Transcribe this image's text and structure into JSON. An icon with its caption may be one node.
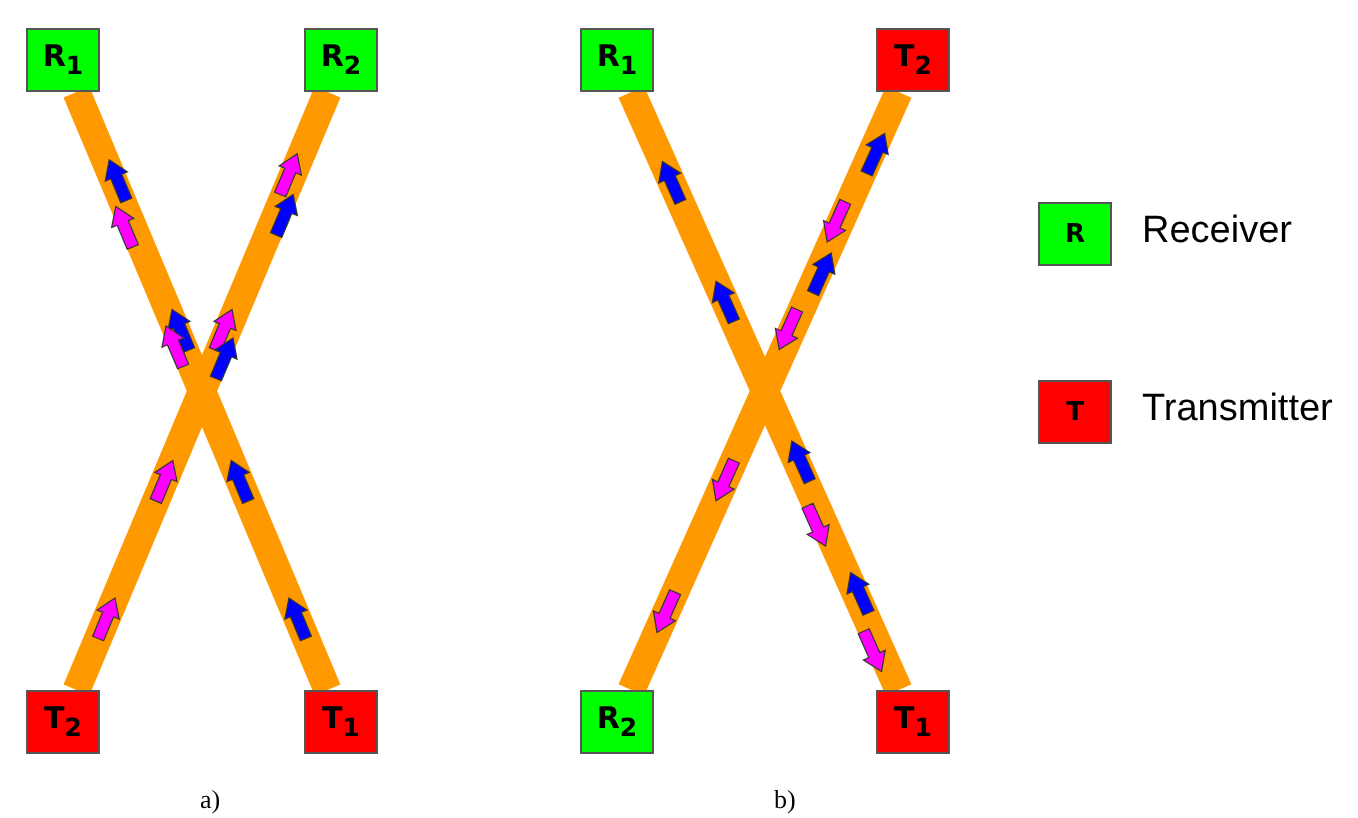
{
  "diagram": {
    "nodes": [
      {
        "text": [
          "R$_{1}$"
        ]
      },
      {
        "text": [
          "R$_{2}$"
        ]
      },
      {
        "text": [
          "T$_{2}$"
        ]
      },
      {
        "text": [
          "T$_{1}$"
        ]
      },
      {
        "text": [
          "R$_{1}$"
        ]
      },
      {
        "text": [
          "T$_{2}$"
        ]
      },
      {
        "text": [
          "R$_{2}$"
        ]
      },
      {
        "text": [
          "T$_{1}$"
        ]
      }
    ],
    "edges": [
      {
        "from": 3,
        "to": 0,
        "arrow": "none"
      },
      {
        "from": 2,
        "to": 1,
        "arrow": "none"
      },
      {
        "from": 4,
        "to": 7,
        "arrow": "none"
      },
      {
        "from": 5,
        "to": 6,
        "arrow": "none"
      }
    ],
    "labels": [
      "R",
      "T",
      "a)",
      "b)"
    ],
    "legend": [
      {
        "text": "Receiver",
        "color": "#00ff00"
      },
      {
        "text": "Transmitter",
        "color": "#ff0000"
      }
    ]
  }
}
